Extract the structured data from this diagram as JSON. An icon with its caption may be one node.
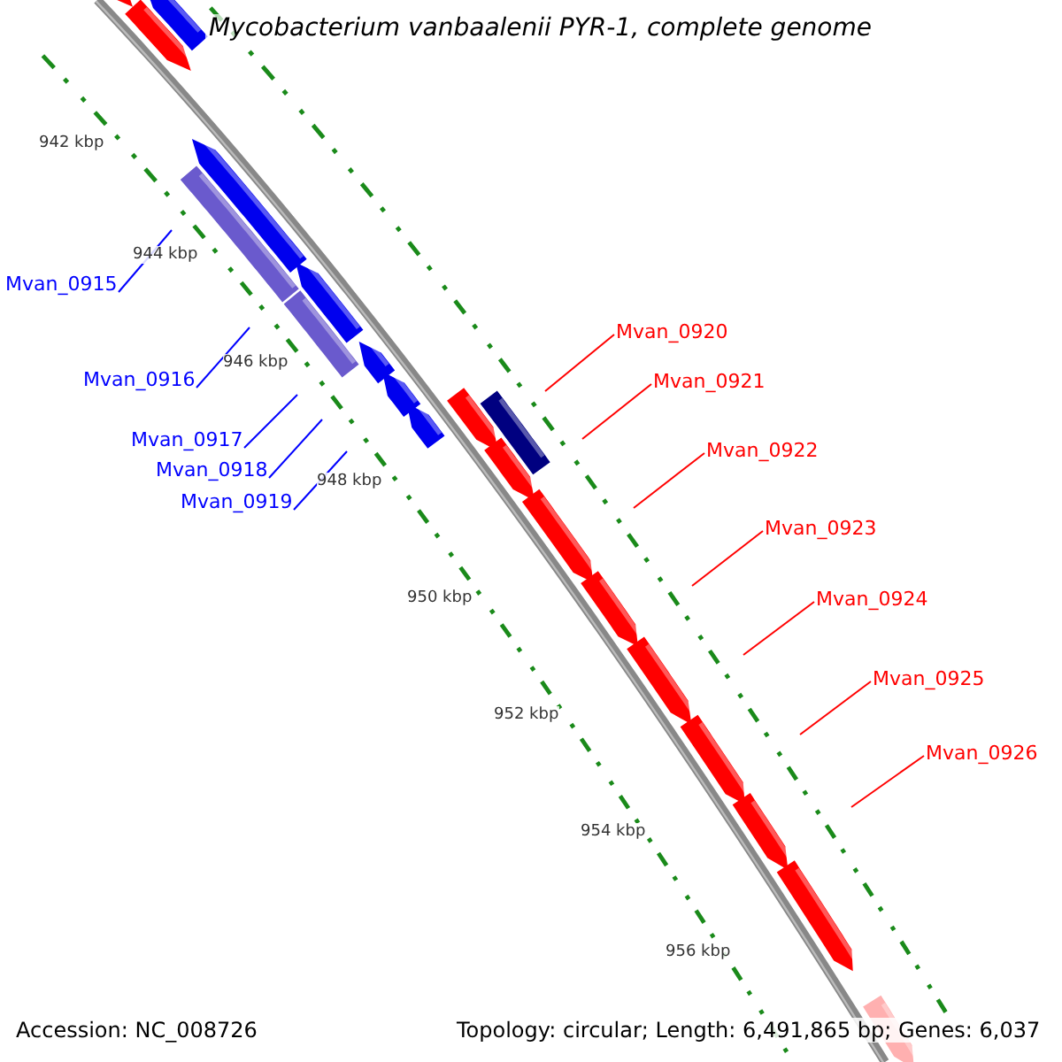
{
  "diagram": {
    "title": "Mycobacterium vanbaalenii PYR-1, complete genome",
    "nodes": [
      {
        "text": [
          "Mvan_0915"
        ]
      },
      {
        "text": [
          "Mvan_0916"
        ]
      },
      {
        "text": [
          "Mvan_0917"
        ]
      },
      {
        "text": [
          "Mvan_0918"
        ]
      },
      {
        "text": [
          "Mvan_0919"
        ]
      },
      {
        "text": [
          "Mvan_0920"
        ]
      },
      {
        "text": [
          "Mvan_0921"
        ]
      },
      {
        "text": [
          "Mvan_0922"
        ]
      },
      {
        "text": [
          "Mvan_0923"
        ]
      },
      {
        "text": [
          "Mvan_0924"
        ]
      },
      {
        "text": [
          "Mvan_0925"
        ]
      },
      {
        "text": [
          "Mvan_0926"
        ]
      }
    ],
    "edges": [
      {
        "from": 0,
        "to": null,
        "arrow": "none",
        "color": "#0000ff"
      },
      {
        "from": 1,
        "to": null,
        "arrow": "none",
        "color": "#0000ff"
      },
      {
        "from": 2,
        "to": null,
        "arrow": "none",
        "color": "#0000ff"
      },
      {
        "from": 3,
        "to": null,
        "arrow": "none",
        "color": "#0000ff"
      },
      {
        "from": 4,
        "to": null,
        "arrow": "none",
        "color": "#0000ff"
      },
      {
        "from": 5,
        "to": null,
        "arrow": "none"
      },
      {
        "from": 6,
        "to": null,
        "arrow": "none"
      },
      {
        "from": 7,
        "to": null,
        "arrow": "none"
      },
      {
        "from": 8,
        "to": null,
        "arrow": "none"
      },
      {
        "from": 9,
        "to": null,
        "arrow": "none"
      },
      {
        "from": 10,
        "to": null,
        "arrow": "none"
      },
      {
        "from": 11,
        "to": null,
        "arrow": "none"
      }
    ],
    "labels": [
      "942 kbp",
      "944 kbp",
      "946 kbp",
      "948 kbp",
      "950 kbp",
      "952 kbp",
      "954 kbp",
      "956 kbp",
      "Accession: NC_008726",
      "Topology: circular; Length: 6,491,865 bp; Genes: 6,037"
    ]
  }
}
